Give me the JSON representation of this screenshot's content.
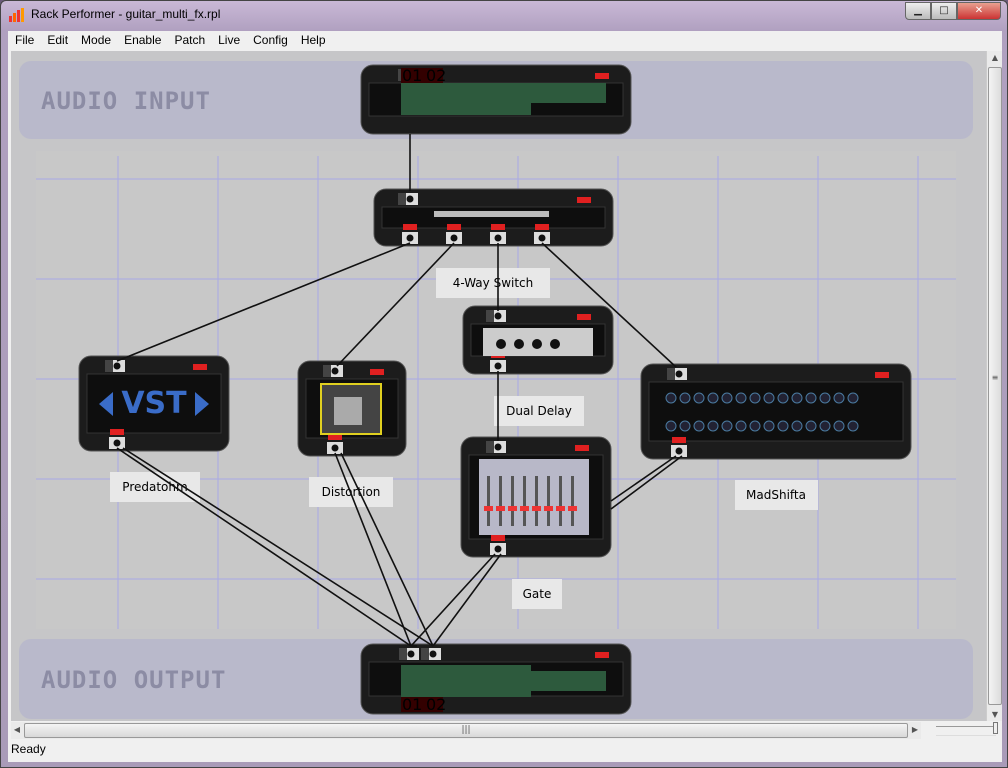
{
  "window": {
    "title": "Rack Performer - guitar_multi_fx.rpl",
    "minimize": "▁",
    "maximize": "□",
    "close": "✕"
  },
  "menu": [
    "File",
    "Edit",
    "Mode",
    "Enable",
    "Patch",
    "Live",
    "Config",
    "Help"
  ],
  "canvas": {
    "audio_input_label": "AUDIO INPUT",
    "audio_output_label": "AUDIO OUTPUT",
    "input_channels": [
      "01",
      "02"
    ],
    "output_channels": [
      "01",
      "02"
    ],
    "modules": {
      "switch": "4-Way Switch",
      "delay": "Dual Delay",
      "vst": "Predatohm",
      "vst_logo": "VST",
      "distortion": "Distortion",
      "madshifta": "MadShifta",
      "gate": "Gate"
    }
  },
  "colors": {
    "band": "#b9b9cb",
    "grid": "#a9a9e6",
    "led": "#e02020",
    "rack": "#1a1a1a"
  },
  "status": "Ready"
}
